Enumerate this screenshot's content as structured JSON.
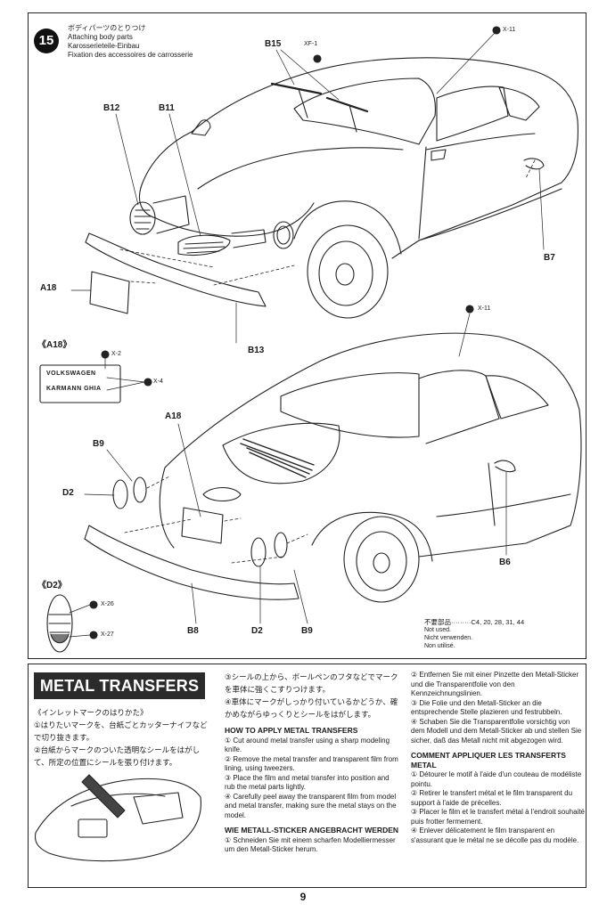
{
  "step": {
    "number": "15",
    "title_jp": "ボディパーツのとりつけ",
    "title_en": "Attaching body parts",
    "title_de": "Karosserieteile-Einbau",
    "title_fr": "Fixation des accessoires de carrosserie"
  },
  "labels_top": {
    "b15": "B15",
    "xf1": "XF-1",
    "x11_a": "X-11",
    "b12": "B12",
    "b11": "B11",
    "b7": "B7",
    "a18": "A18",
    "b13": "B13"
  },
  "labels_mid": {
    "a18_box": "A18",
    "x2": "X-2",
    "x4": "X-4",
    "plate_line1": "VOLKSWAGEN",
    "plate_line2": "KARMANN GHIA",
    "x11_b": "X-11",
    "a18_b": "A18",
    "b9_a": "B9",
    "d2_a": "D2",
    "b6": "B6",
    "d2_box": "D2",
    "x26": "X-26",
    "x27": "X-27",
    "b8": "B8",
    "d2_b": "D2",
    "b9_b": "B9"
  },
  "not_used": {
    "head_jp": "不要部品",
    "parts": "C4, 20, 28, 31, 44",
    "en": "Not used.",
    "de": "Nicht verwenden.",
    "fr": "Non utilisé."
  },
  "metal_transfers": {
    "title": "METAL TRANSFERS",
    "jp_head": "《インレットマークのはりかた》",
    "jp_1": "①はりたいマークを、台紙ごとカッターナイフなどで切り抜きます。",
    "jp_2": "②台紙からマークのついた透明なシールをはがして、所定の位置にシールを張り付けます。",
    "jp_3": "③シールの上から、ボールペンのフタなどでマークを車体に強くこすりつけます。",
    "jp_4": "④車体にマークがしっかり付いているかどうか、確かめながらゆっくりとシールをはがします。",
    "en_head": "HOW TO APPLY METAL TRANSFERS",
    "en_1": "① Cut around metal transfer using a sharp modeling knife.",
    "en_2": "② Remove the metal transfer and transparent film from lining, using tweezers.",
    "en_3": "③ Place the film and metal transfer into position and rub the metal parts lightly.",
    "en_4": "④ Carefully peel away the transparent film from model and metal transfer, making sure the metal stays on the model.",
    "de_head": "WIE METALL-STICKER ANGEBRACHT WERDEN",
    "de_1": "① Schneiden Sie mit einem scharfen Modelliermesser um den Metall-Sticker herum.",
    "de_2": "② Entfernen Sie mit einer Pinzette den Metall-Sticker und die Transparentfolie von den Kennzeichnungslinien.",
    "de_3": "③ Die Folie und den Metall-Sticker an die entsprechende Stelle plazieren und festrubbeln.",
    "de_4": "④ Schaben Sie die Transparentfolie vorsichtig von dem Modell und dem Metall-Sticker ab und stellen Sie sicher, daß das Metall nicht mit abgezogen wird.",
    "fr_head": "COMMENT APPLIQUER LES TRANSFERTS METAL",
    "fr_1": "① Détourer le motif à l'aide d'un couteau de modéliste pointu.",
    "fr_2": "② Retirer le transfert métal et le film transparent du support à l'aide de précelles.",
    "fr_3": "③ Placer le film et le transfert métal à l'endroit souhaité puis frotter fermement.",
    "fr_4": "④ Enlever délicatement le film transparent en s'assurant que le métal ne se décolle pas du modèle."
  },
  "page_number": "9"
}
